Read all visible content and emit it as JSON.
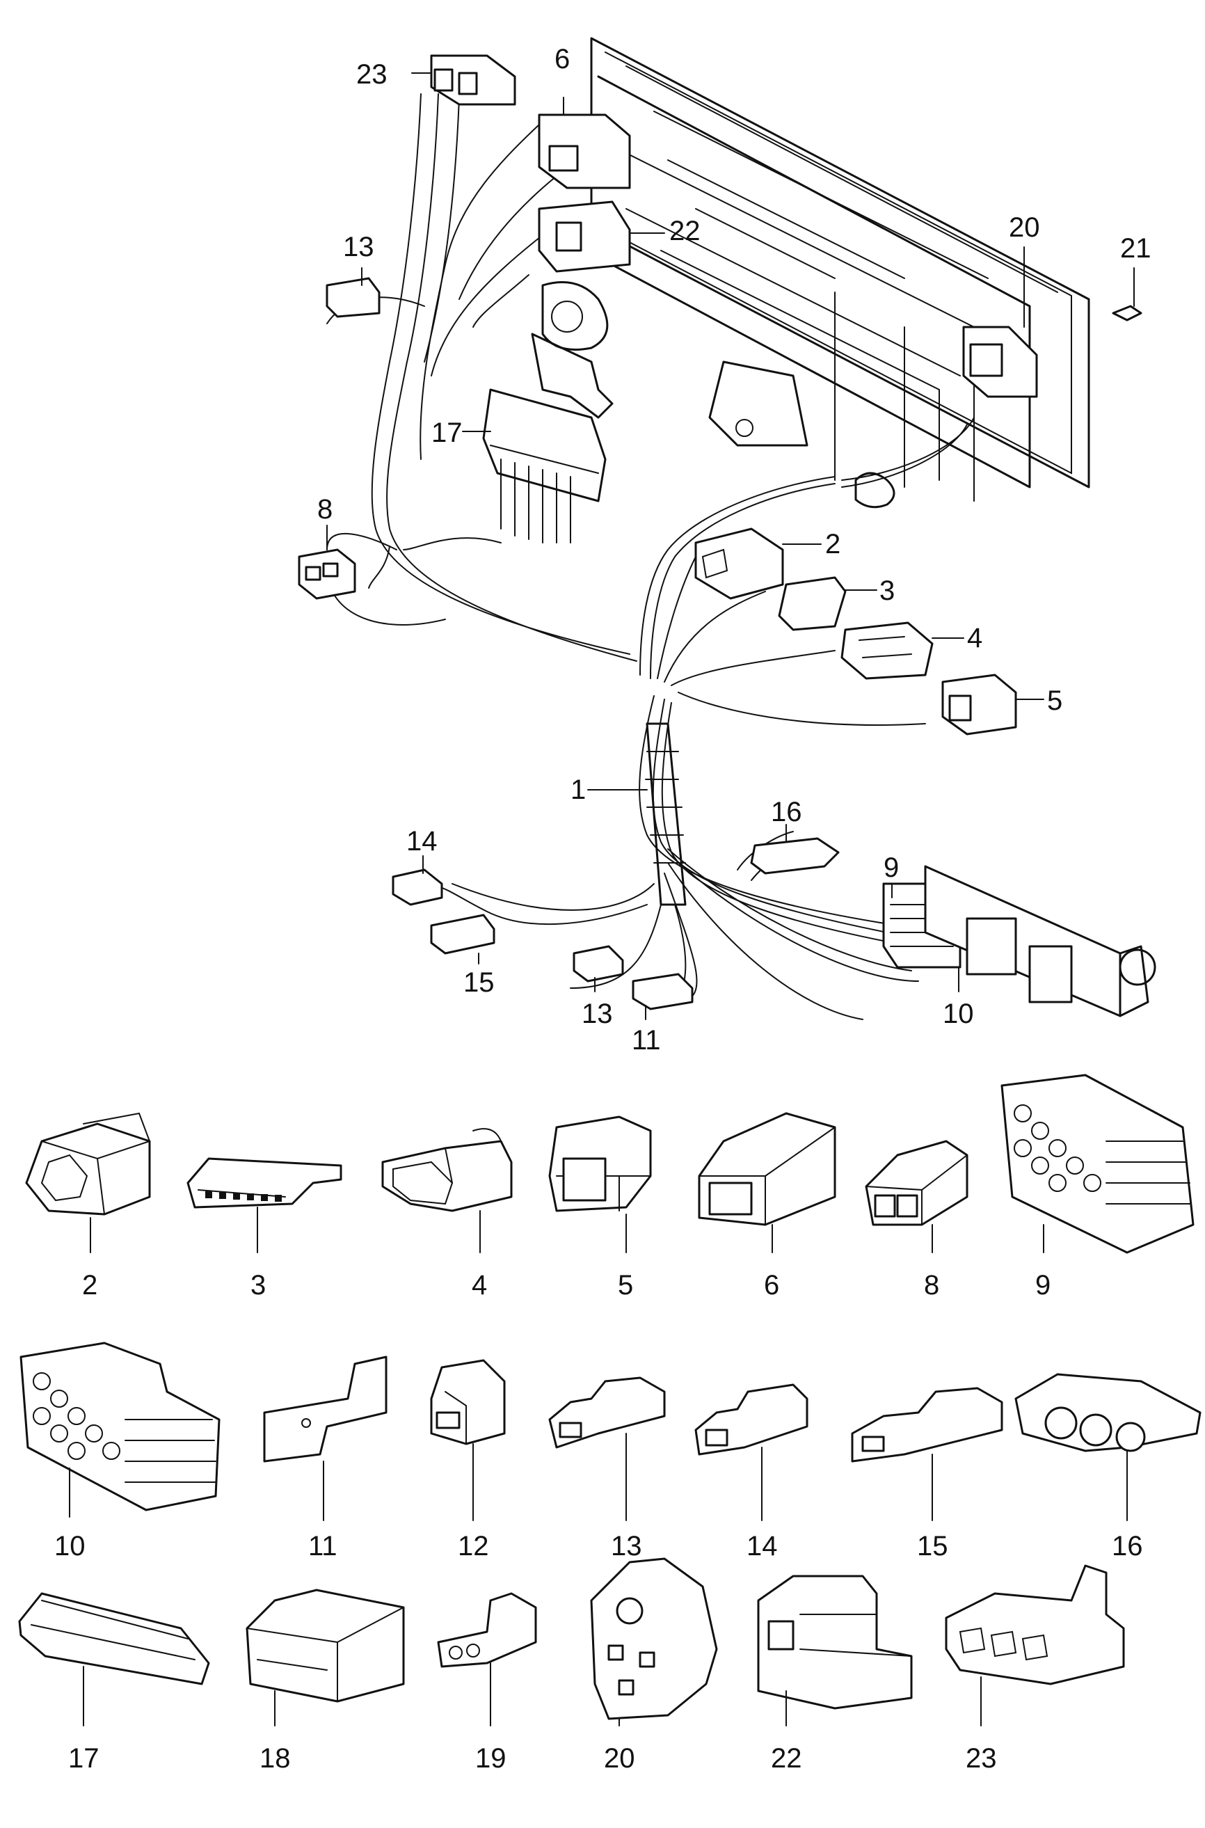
{
  "diagram": {
    "callouts": [
      {
        "id": "c23",
        "text": "23"
      },
      {
        "id": "c6",
        "text": "6"
      },
      {
        "id": "c22",
        "text": "22"
      },
      {
        "id": "c13a",
        "text": "13"
      },
      {
        "id": "c20",
        "text": "20"
      },
      {
        "id": "c21",
        "text": "21"
      },
      {
        "id": "c17",
        "text": "17"
      },
      {
        "id": "c8",
        "text": "8"
      },
      {
        "id": "c2",
        "text": "2"
      },
      {
        "id": "c3",
        "text": "3"
      },
      {
        "id": "c4",
        "text": "4"
      },
      {
        "id": "c5",
        "text": "5"
      },
      {
        "id": "c1",
        "text": "1"
      },
      {
        "id": "c14",
        "text": "14"
      },
      {
        "id": "c16",
        "text": "16"
      },
      {
        "id": "c9",
        "text": "9"
      },
      {
        "id": "c15",
        "text": "15"
      },
      {
        "id": "c13b",
        "text": "13"
      },
      {
        "id": "c11",
        "text": "11"
      },
      {
        "id": "c10",
        "text": "10"
      }
    ],
    "parts": [
      {
        "id": "p2",
        "text": "2"
      },
      {
        "id": "p3",
        "text": "3"
      },
      {
        "id": "p4",
        "text": "4"
      },
      {
        "id": "p5",
        "text": "5"
      },
      {
        "id": "p6",
        "text": "6"
      },
      {
        "id": "p8",
        "text": "8"
      },
      {
        "id": "p9",
        "text": "9"
      },
      {
        "id": "p10",
        "text": "10"
      },
      {
        "id": "p11",
        "text": "11"
      },
      {
        "id": "p12",
        "text": "12"
      },
      {
        "id": "p13",
        "text": "13"
      },
      {
        "id": "p14",
        "text": "14"
      },
      {
        "id": "p15",
        "text": "15"
      },
      {
        "id": "p16",
        "text": "16"
      },
      {
        "id": "p17",
        "text": "17"
      },
      {
        "id": "p18",
        "text": "18"
      },
      {
        "id": "p19",
        "text": "19"
      },
      {
        "id": "p20",
        "text": "20"
      },
      {
        "id": "p22",
        "text": "22"
      },
      {
        "id": "p23",
        "text": "23"
      }
    ]
  }
}
